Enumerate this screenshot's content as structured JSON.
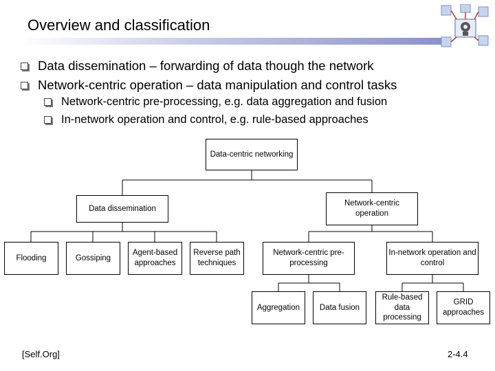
{
  "slide": {
    "title": "Overview and classification",
    "bullets": [
      "Data dissemination – forwarding of data though the network",
      "Network-centric operation – data manipulation and control tasks"
    ],
    "sub_bullets": [
      "Network-centric pre-processing, e.g. data aggregation and fusion",
      "In-network operation and control, e.g. rule-based approaches"
    ],
    "footer_left": "[Self.Org]",
    "footer_right": "2-4.4"
  },
  "diagram": {
    "root": "Data-centric networking",
    "data_dissemination": "Data dissemination",
    "network_centric": "Network-centric operation",
    "flooding": "Flooding",
    "gossiping": "Gossiping",
    "agent_based": "Agent-based approaches",
    "reverse_path": "Reverse path techniques",
    "preprocessing": "Network-centric pre-processing",
    "in_network": "In-network operation and control",
    "aggregation": "Aggregation",
    "data_fusion": "Data fusion",
    "rule_based": "Rule-based data processing",
    "grid": "GRID approaches"
  }
}
